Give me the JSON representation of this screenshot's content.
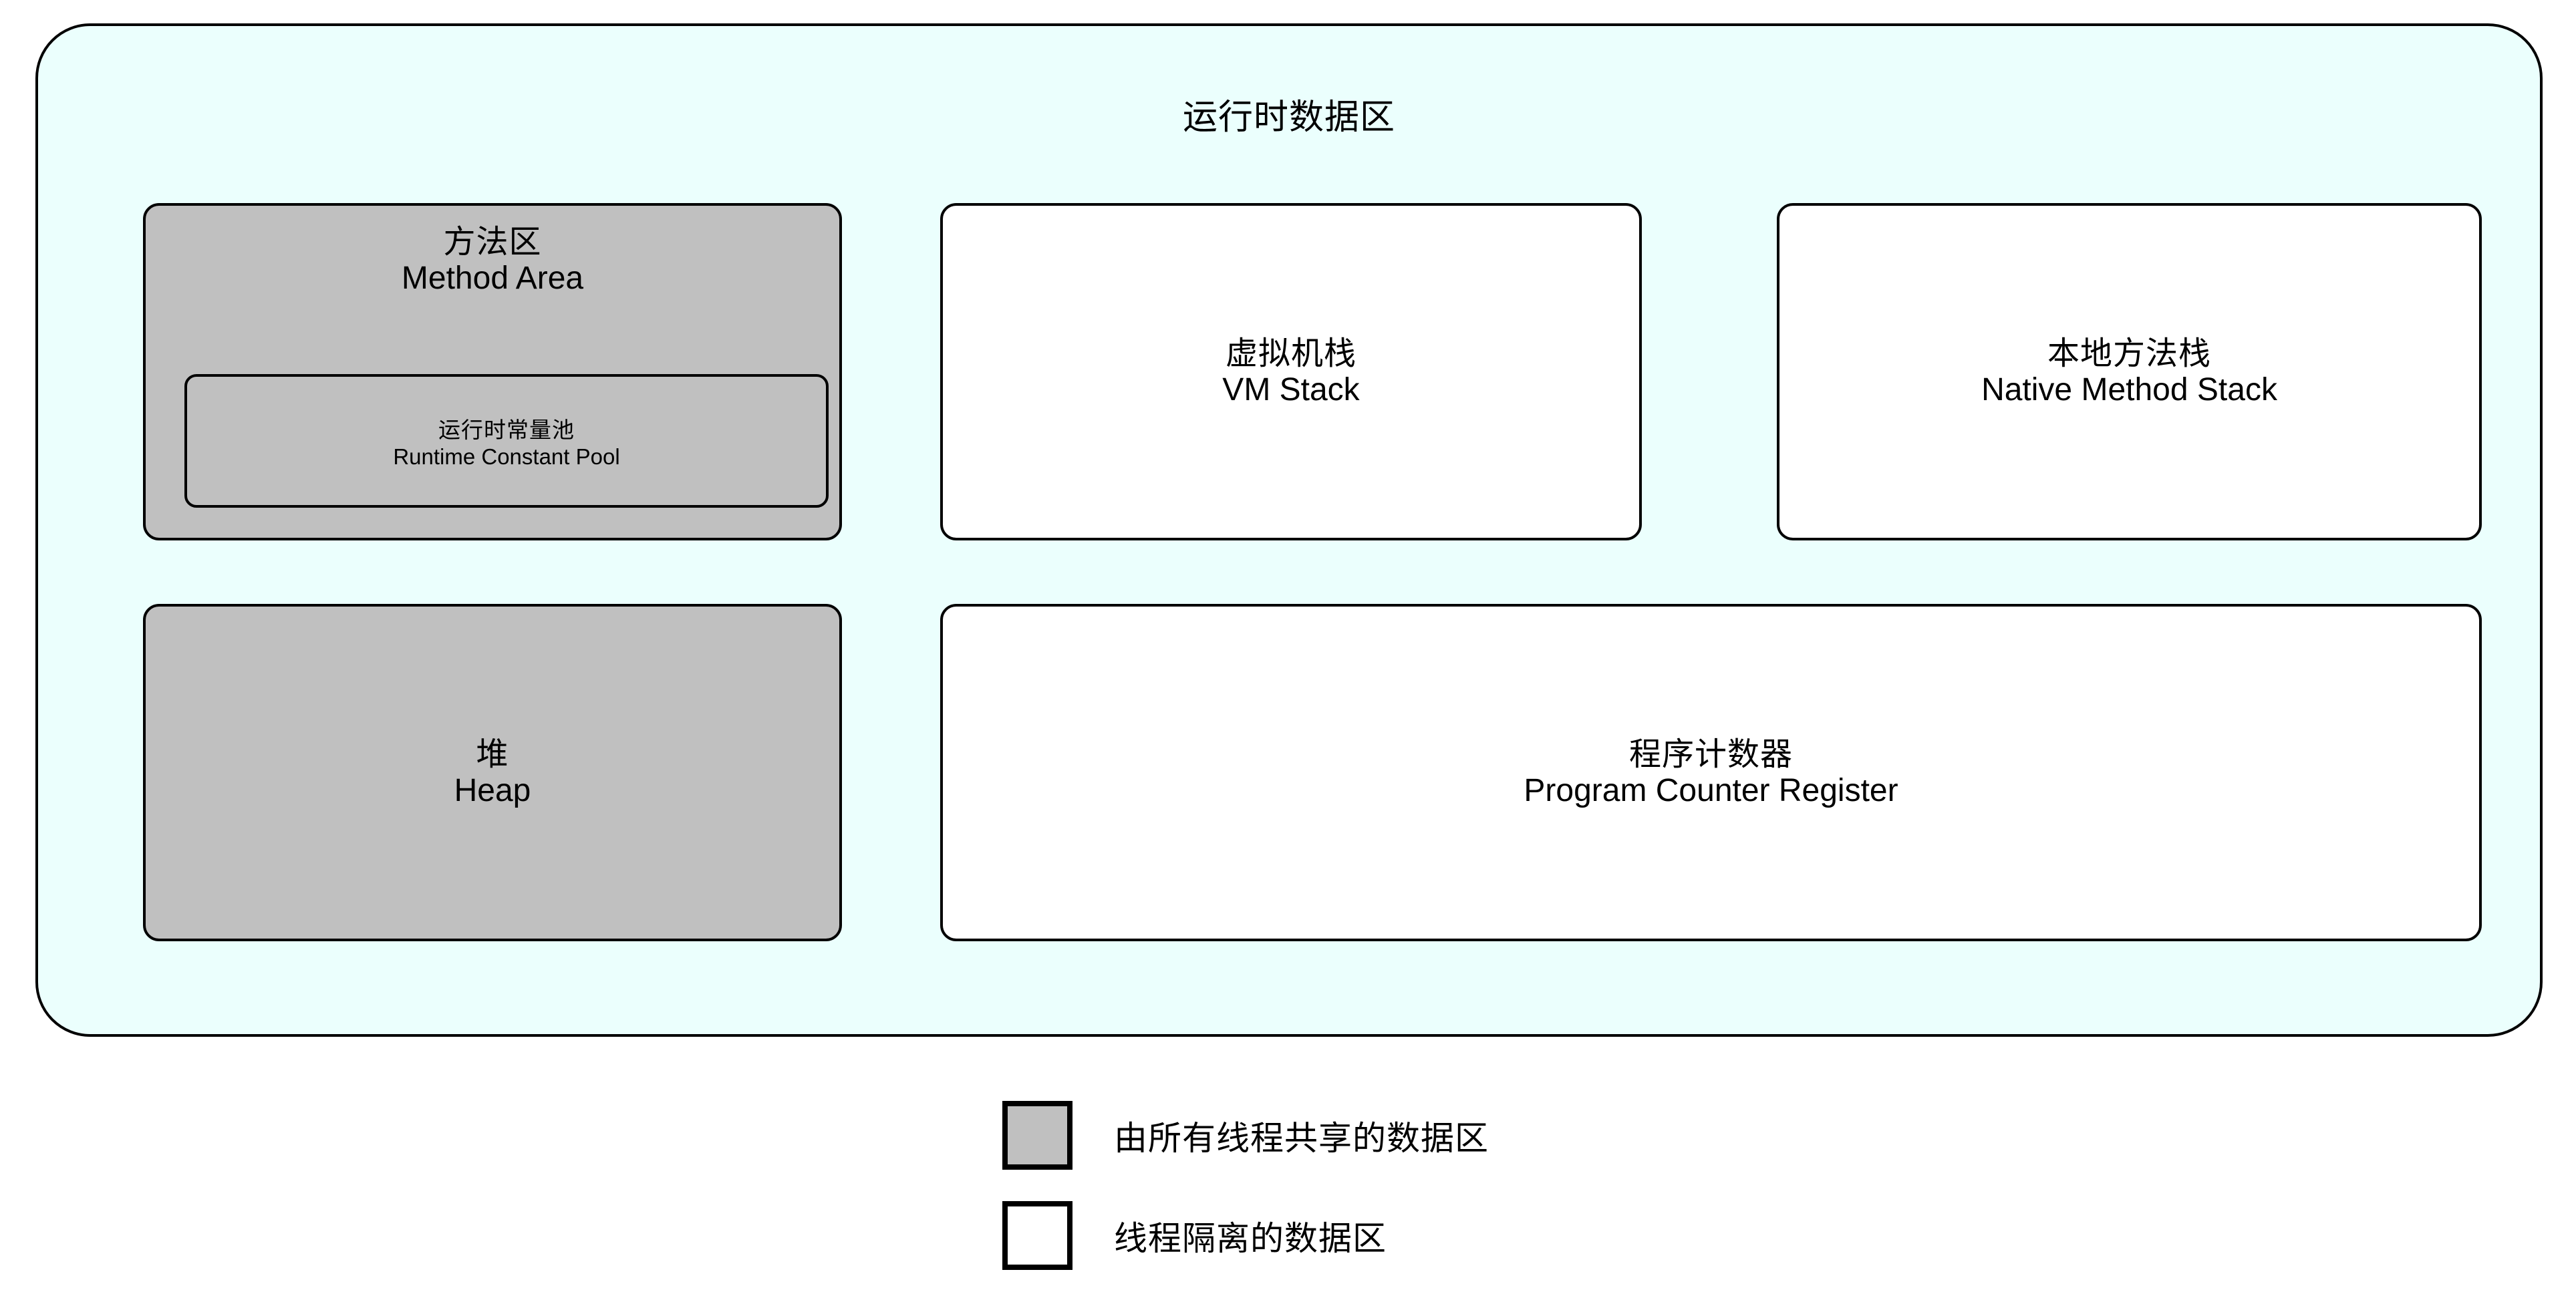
{
  "diagram": {
    "title": "运行时数据区",
    "colors": {
      "container_background": "#EBFFFD",
      "shared_region_fill": "#C0C0C0",
      "isolated_region_fill": "#FFFFFF",
      "stroke": "#000000"
    }
  },
  "regions": {
    "method_area": {
      "label_cn": "方法区",
      "label_en": "Method Area",
      "nested": {
        "label_cn": "运行时常量池",
        "label_en": "Runtime Constant Pool"
      }
    },
    "vm_stack": {
      "label_cn": "虚拟机栈",
      "label_en": "VM Stack"
    },
    "native_method_stack": {
      "label_cn": "本地方法栈",
      "label_en": "Native Method Stack"
    },
    "heap": {
      "label_cn": "堆",
      "label_en": "Heap"
    },
    "program_counter_register": {
      "label_cn": "程序计数器",
      "label_en": "Program Counter Register"
    }
  },
  "legend": {
    "items": [
      {
        "swatch": "shared",
        "text": "由所有线程共享的数据区"
      },
      {
        "swatch": "isolated",
        "text": "线程隔离的数据区"
      }
    ]
  }
}
